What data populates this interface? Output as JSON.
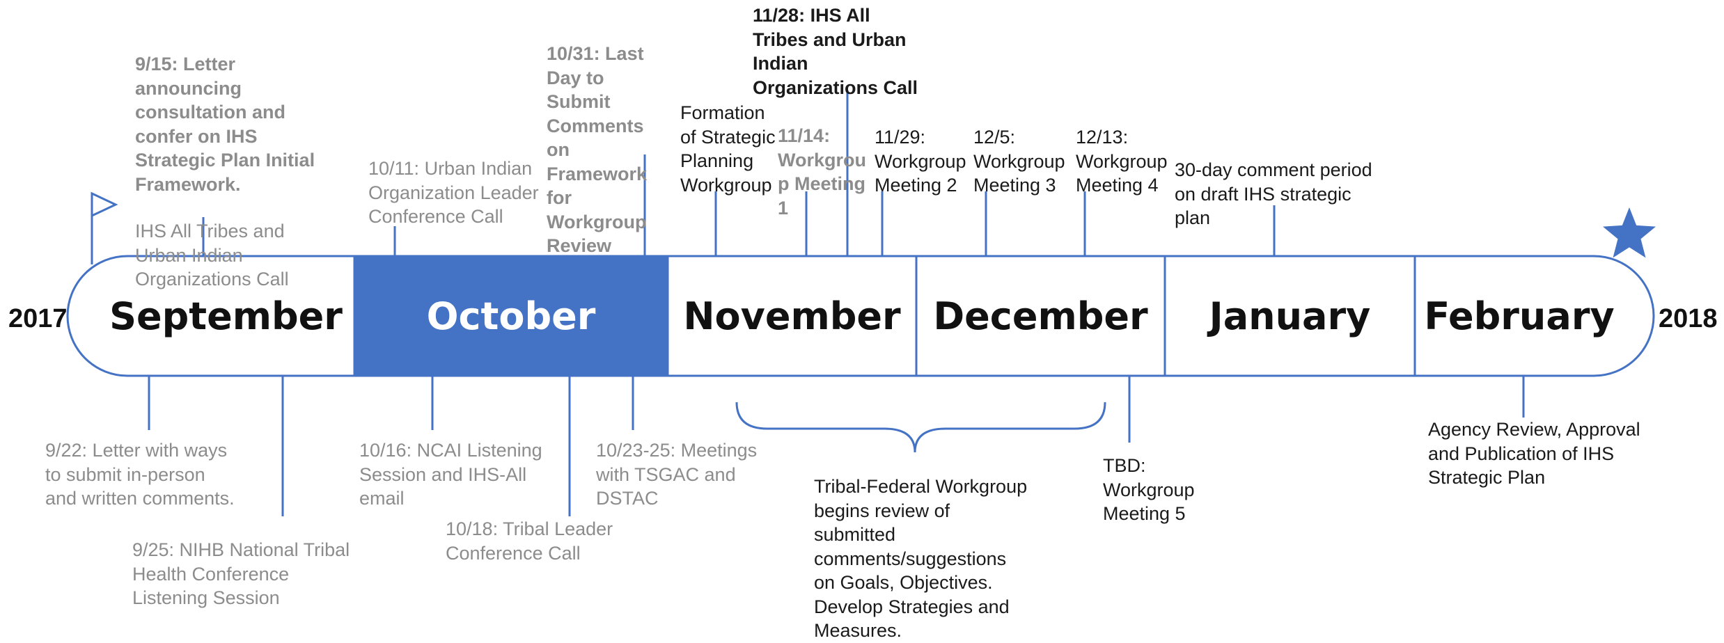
{
  "timeline": {
    "start_year": "2017",
    "end_year": "2018",
    "months": [
      "September",
      "October",
      "November",
      "December",
      "January",
      "February"
    ],
    "highlighted_month": "October",
    "colors": {
      "accent": "#4472c4",
      "outline": "#4472c4",
      "highlight_text": "#ffffff",
      "past_event_text": "#8c8c8c",
      "upcoming_event_text": "#1a1a1a"
    },
    "start_marker_icon": "flag-icon",
    "end_marker_icon": "star-icon"
  },
  "events_above": {
    "e0915": "9/15: Letter\nannouncing\nconsultation and\nconfer on IHS\nStrategic Plan Initial\nFramework.",
    "e0915_call": "IHS All Tribes and\nUrban Indian\nOrganizations Call",
    "e1011": "10/11: Urban Indian\nOrganization Leader\nConference Call",
    "e1031": "10/31: Last\nDay to\nSubmit\nComments\non\nFramework\nfor\nWorkgroup\nReview",
    "formation": "Formation\nof Strategic\nPlanning\nWorkgroup",
    "e1114": "11/14:\nWorkgrou\np Meeting\n1",
    "e1128": "11/28: IHS All\nTribes and Urban\nIndian\nOrganizations Call",
    "e1129": "11/29:\nWorkgroup\nMeeting 2",
    "e1205": "12/5:\nWorkgroup\nMeeting 3",
    "e1213": "12/13:\nWorkgroup\nMeeting 4",
    "comment_period": "30-day comment period\non draft IHS strategic\nplan"
  },
  "events_below": {
    "e0922": "9/22: Letter with ways\nto submit in-person\nand written comments.",
    "e0925": "9/25: NIHB National Tribal\nHealth Conference\nListening Session",
    "e1016": "10/16: NCAI Listening\nSession and IHS-All\nemail",
    "e1018": "10/18: Tribal Leader\nConference Call",
    "e1023": "10/23-25: Meetings\nwith TSGAC and\nDSTAC",
    "workgroup_review": "Tribal-Federal Workgroup\nbegins review of\nsubmitted\ncomments/suggestions\non Goals, Objectives.\nDevelop Strategies and\nMeasures.",
    "tbd": "TBD:\nWorkgroup\nMeeting 5",
    "agency_review": "Agency Review, Approval\nand Publication of IHS\nStrategic Plan"
  }
}
